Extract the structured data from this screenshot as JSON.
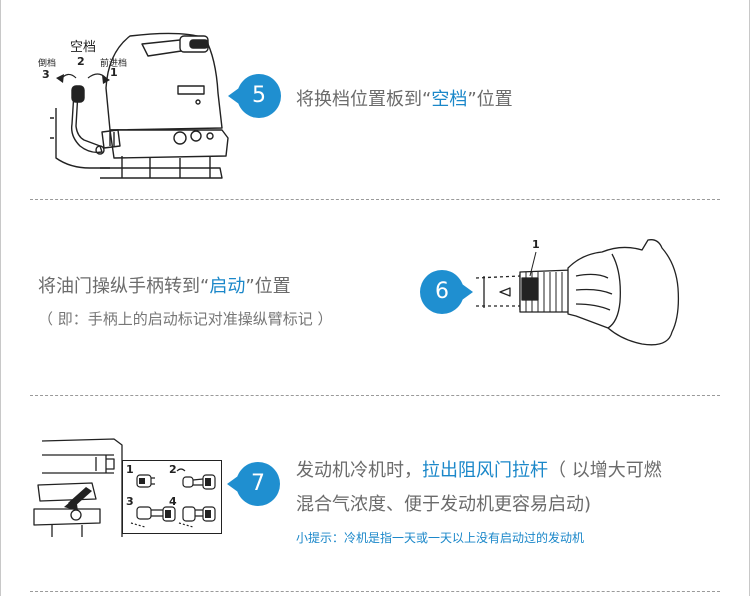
{
  "section1": {
    "step_number": "5",
    "text_before": "将换档位置板到“",
    "highlight": "空档",
    "text_after": "”位置",
    "labels": {
      "neutral": "空档",
      "reverse": "倒档",
      "forward": "前进档",
      "n3": "3",
      "n2": "2",
      "n1": "1"
    }
  },
  "section2": {
    "step_number": "6",
    "text_before": "将油门操纵手柄转到“",
    "highlight": "启动",
    "text_after": "”位置",
    "subtext": "（ 即：手柄上的启动标记对准操纵臂标记 ）",
    "labels": {
      "n1": "1"
    }
  },
  "section3": {
    "step_number": "7",
    "line1_before": "发动机冷机时，",
    "highlight": "拉出阻风门拉杆",
    "line1_after": "（ 以增大可燃",
    "line2": "混合气浓度、便于发动机更容易启动)",
    "tip": "小提示：冷机是指一天或一天以上没有启动过的发动机",
    "labels": {
      "n1": "1",
      "n2": "2",
      "n3": "3",
      "n4": "4"
    }
  },
  "colors": {
    "accent": "#1f8fd0",
    "highlight_text": "#1a87c9",
    "body_text": "#6b6b6b",
    "divider": "#9a9a9a"
  }
}
